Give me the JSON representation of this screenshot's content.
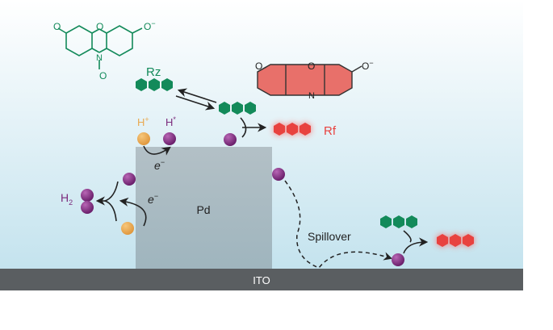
{
  "labels": {
    "rz": "Rz",
    "rf": "Rf",
    "h_plus": "H",
    "h_plus_sup": "+",
    "h_star": "H",
    "h_star_sup": "*",
    "e_top": "e",
    "e_top_sup": "−",
    "e_mid": "e",
    "e_mid_sup": "−",
    "h2": "H",
    "h2_sub": "2",
    "pd": "Pd",
    "spillover": "Spillover",
    "ito": "ITO"
  },
  "resazurin": {
    "o_left": "O",
    "o_ring": "O",
    "o_minus": "O",
    "o_minus_sup": "−",
    "n": "N",
    "n_oxide": "O"
  },
  "resorufin": {
    "o_left": "O",
    "o_ring": "O",
    "o_minus": "O",
    "o_minus_sup": "−",
    "n": "N"
  },
  "colors": {
    "green": "#138a5a",
    "red": "#e8423f",
    "purple": "#7b2a7c",
    "orange": "#e9a94f",
    "pd": "#a9b8c0",
    "ito": "#5a5e61"
  }
}
